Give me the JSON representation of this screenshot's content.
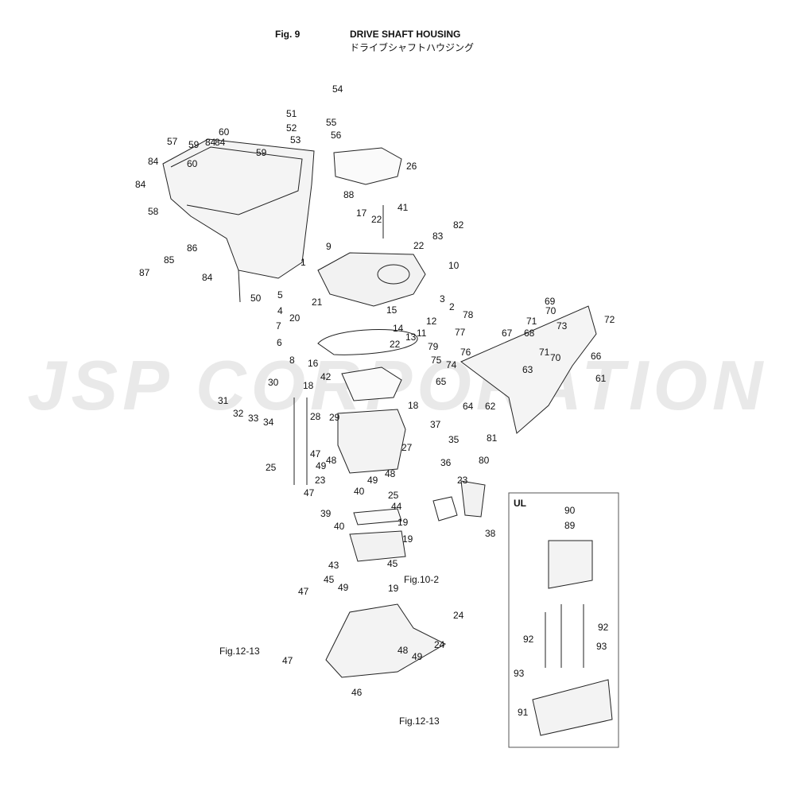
{
  "header": {
    "fig_number": "Fig. 9",
    "title_en": "DRIVE SHAFT HOUSING",
    "title_ja": "ドライブシャフトハウジング"
  },
  "watermark": {
    "text": "JSP CORPORATION",
    "color": "#e9e9e9"
  },
  "inset": {
    "label": "UL"
  },
  "references": [
    {
      "id": "ref-fig10-2",
      "text": "Fig.10-2"
    },
    {
      "id": "ref-fig12-13-left",
      "text": "Fig.12-13"
    },
    {
      "id": "ref-fig12-13-bottom",
      "text": "Fig.12-13"
    }
  ],
  "callouts": [
    "54",
    "51",
    "55",
    "52",
    "56",
    "53",
    "60",
    "84",
    "59",
    "57",
    "59",
    "60",
    "84",
    "26",
    "84",
    "84",
    "88",
    "58",
    "86",
    "85",
    "87",
    "84",
    "50",
    "41",
    "17",
    "22",
    "82",
    "83",
    "22",
    "9",
    "1",
    "10",
    "5",
    "21",
    "3",
    "4",
    "2",
    "20",
    "15",
    "78",
    "7",
    "12",
    "14",
    "77",
    "6",
    "11",
    "13",
    "79",
    "76",
    "8",
    "16",
    "22",
    "75",
    "74",
    "71",
    "70",
    "69",
    "73",
    "72",
    "68",
    "67",
    "71",
    "70",
    "66",
    "63",
    "61",
    "30",
    "42",
    "18",
    "31",
    "65",
    "32",
    "33",
    "34",
    "28",
    "29",
    "18",
    "64",
    "62",
    "37",
    "35",
    "47",
    "27",
    "49",
    "48",
    "36",
    "81",
    "25",
    "80",
    "48",
    "23",
    "49",
    "40",
    "23",
    "47",
    "25",
    "44",
    "39",
    "38",
    "40",
    "19",
    "19",
    "43",
    "45",
    "45",
    "49",
    "19",
    "47",
    "24",
    "48",
    "47",
    "24",
    "49",
    "46",
    "90",
    "89",
    "92",
    "92",
    "93",
    "93",
    "91"
  ]
}
